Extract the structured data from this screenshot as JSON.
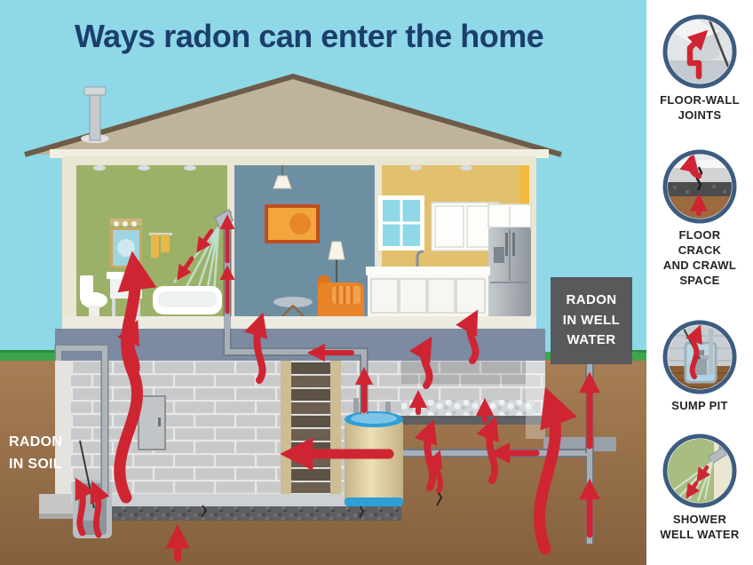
{
  "title": "Ways radon can enter the home",
  "scene": {
    "radon_in_soil_label": "RADON\nIN SOIL",
    "well_water_sign": "RADON\nIN WELL\nWATER"
  },
  "sidebar": {
    "items": [
      {
        "icon": "floor-wall-joints-icon",
        "label": "FLOOR-WALL\nJOINTS"
      },
      {
        "icon": "floor-crack-crawl-space-icon",
        "label": "FLOOR\nCRACK\nAND CRAWL\nSPACE"
      },
      {
        "icon": "sump-pit-icon",
        "label": "SUMP PIT"
      },
      {
        "icon": "shower-well-water-icon",
        "label": "SHOWER\nWELL WATER"
      }
    ]
  },
  "colors": {
    "accent_red": "#cf2533",
    "title_navy": "#1c3e6c",
    "sky_blue": "#8ed8e7",
    "soil_brown": "#a1794f",
    "grass_green": "#3ba64b",
    "sign_gray": "#58595b",
    "icon_ring_blue": "#3d5c80",
    "bathroom_green": "#9cb168",
    "living_room_blue": "#6e8ea2",
    "kitchen_yellow": "#e2c06d"
  }
}
